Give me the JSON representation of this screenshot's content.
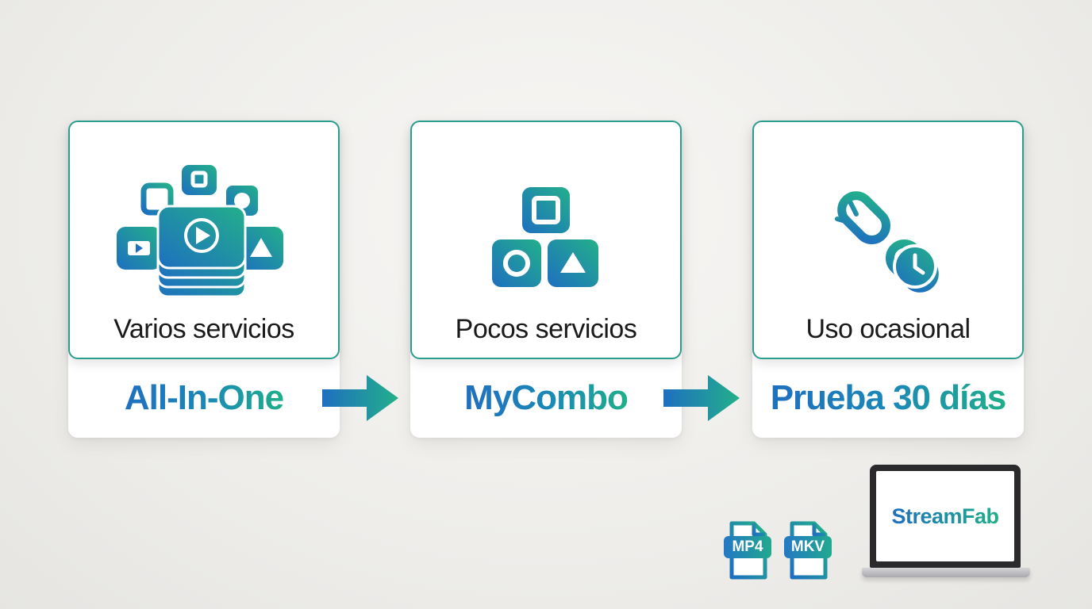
{
  "steps": [
    {
      "label": "Varios servicios",
      "option": "All-In-One",
      "icon": "stacked-services-icon"
    },
    {
      "label": "Pocos servicios",
      "option": "MyCombo",
      "icon": "blocks-icon"
    },
    {
      "label": "Uso ocasional",
      "option": "Prueba 30 días",
      "icon": "broken-link-clock-icon"
    }
  ],
  "formats": [
    "MP4",
    "MKV"
  ],
  "brand": "StreamFab",
  "colors": {
    "accent_blue": "#2378c4",
    "accent_teal": "#22a98e"
  }
}
